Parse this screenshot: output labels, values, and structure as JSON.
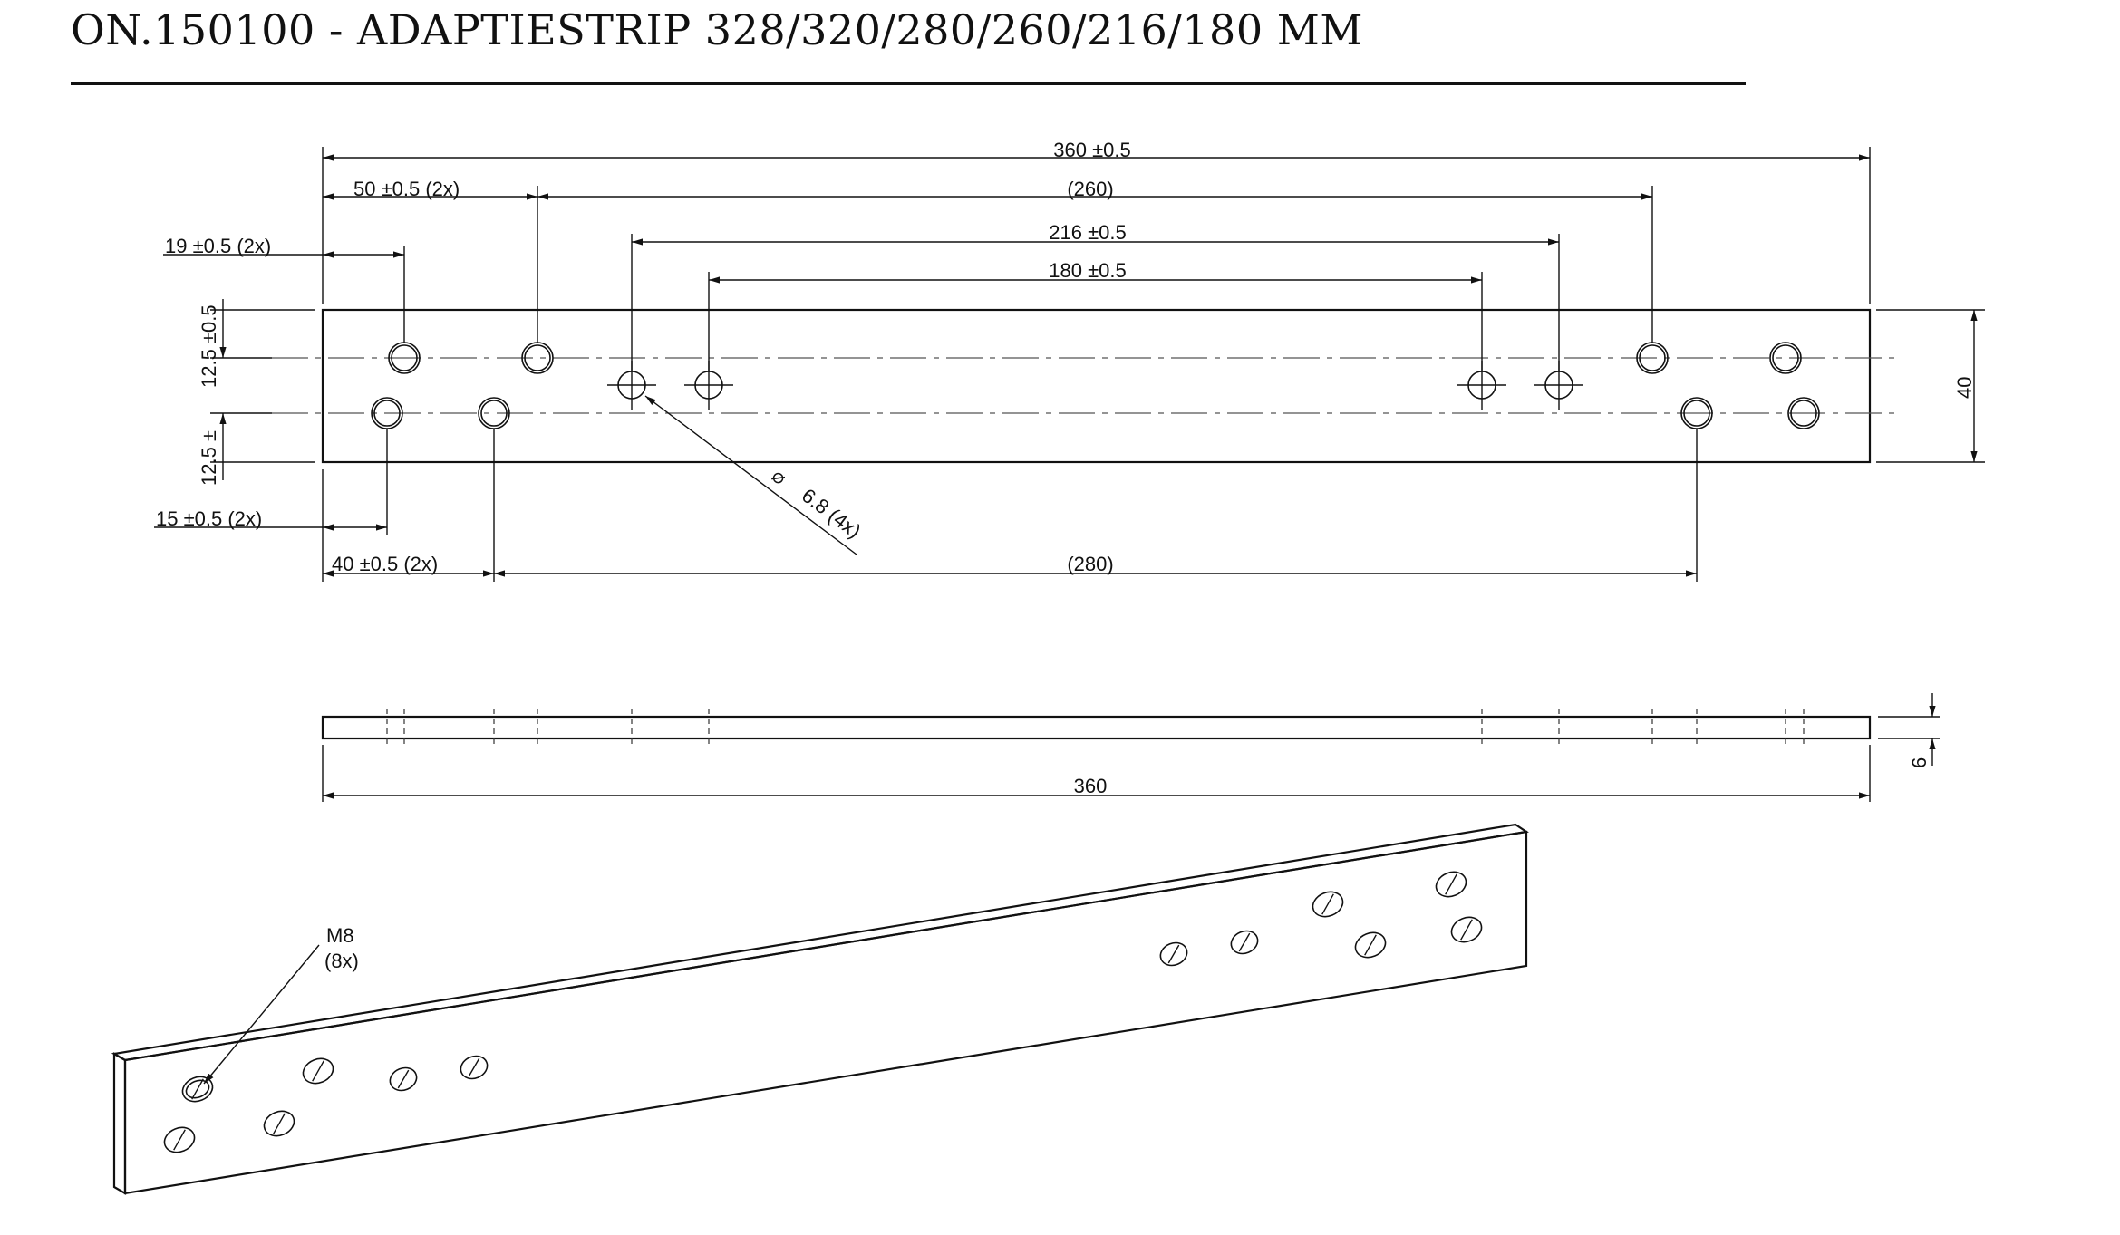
{
  "title": "ON.150100 - ADAPTIESTRIP 328/320/280/260/216/180 MM",
  "colors": {
    "line": "#111111",
    "centerline": "#555555",
    "background": "#ffffff"
  },
  "front_view": {
    "dim_overall": "360 ±0.5",
    "dim_50": "50 ±0.5 (2x)",
    "dim_260": "(260)",
    "dim_216": "216 ±0.5",
    "dim_180": "180 ±0.5",
    "dim_19": "19 ±0.5 (2x)",
    "dim_12_5_top": "12.5 ±0.5",
    "dim_12_5_bottom": "12.5 ±",
    "dim_height": "40",
    "dim_15": "15 ±0.5 (2x)",
    "dim_40": "40 ±0.5 (2x)",
    "dim_280": "(280)",
    "hole_diameter_symbol": "⌀",
    "hole_diameter": "6.8 (4x)"
  },
  "side_view": {
    "dim_length": "360",
    "dim_thickness": "6"
  },
  "iso_view": {
    "thread_label": "M8",
    "thread_count": "(8x)"
  }
}
